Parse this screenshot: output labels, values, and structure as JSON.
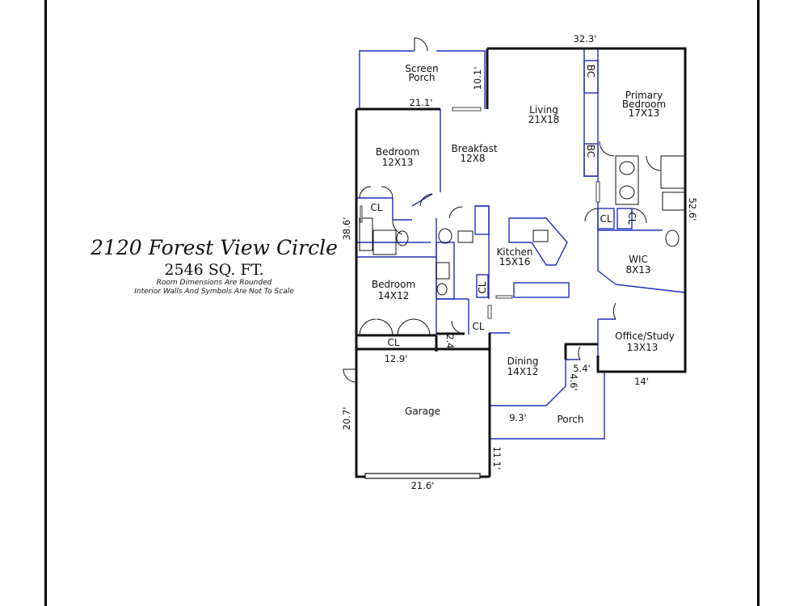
{
  "property": {
    "address": "2120 Forest View Circle",
    "square_footage": "2546 SQ. FT.",
    "note_line_1": "Room Dimensions Are Rounded",
    "note_line_2": "Interior Walls And Symbols Are Not To Scale"
  },
  "rooms": {
    "screen_porch": [
      "Screen",
      "Porch"
    ],
    "living": [
      "Living",
      "21X18"
    ],
    "primary_bedroom": [
      "Primary",
      "Bedroom",
      "17X13"
    ],
    "breakfast": [
      "Breakfast",
      "12X8"
    ],
    "bedroom_upper": [
      "Bedroom",
      "12X13"
    ],
    "bedroom_lower": [
      "Bedroom",
      "14X12"
    ],
    "kitchen": [
      "Kitchen",
      "15X16"
    ],
    "wic": [
      "WIC",
      "8X13"
    ],
    "office": [
      "Office/Study",
      "13X13"
    ],
    "dining": [
      "Dining",
      "14X12"
    ],
    "porch": "Porch",
    "garage": "Garage"
  },
  "labels": {
    "closet": "CL",
    "bookcase": "BC"
  },
  "dimensions": {
    "top_width": "32.3'",
    "screen_porch_depth": "10.1'",
    "screen_porch_width": "21.1'",
    "right_depth": "52.6'",
    "left_depth": "38.6'",
    "bedroom_width": "12.9'",
    "hall_offset": "2.4'",
    "office_width": "14'",
    "porch_step_1": "5.4'",
    "porch_step_2": "4.6'",
    "porch_width": "9.3'",
    "garage_depth": "20.7'",
    "garage_width": "21.6'",
    "garage_side": "11.1'"
  }
}
